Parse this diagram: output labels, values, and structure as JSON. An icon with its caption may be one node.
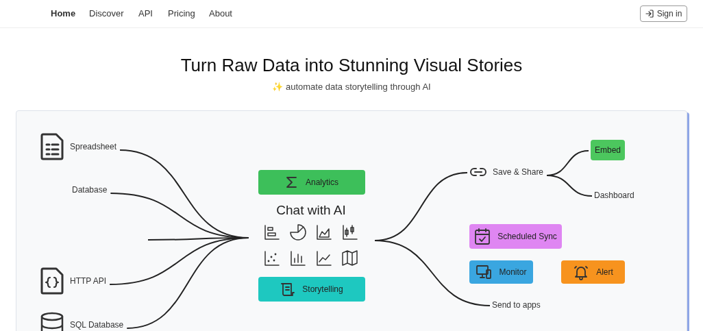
{
  "diagram": {
    "title": "Turn Raw Data into Stunning Visual Stories",
    "nodes": [
      {
        "text": [
          "Spreadsheet"
        ]
      },
      {
        "text": [
          "Database"
        ]
      },
      {
        "text": [
          "HTTP API"
        ]
      },
      {
        "text": [
          "SQL Database"
        ]
      },
      {
        "text": [
          "Analytics"
        ]
      },
      {
        "text": [
          "Chat with AI"
        ]
      },
      {
        "text": [
          "Storytelling"
        ]
      },
      {
        "text": [
          "Save & Share"
        ]
      },
      {
        "text": [
          "Embed"
        ]
      },
      {
        "text": [
          "Dashboard"
        ]
      },
      {
        "text": [
          "Scheduled Sync"
        ]
      },
      {
        "text": [
          "Monitor"
        ]
      },
      {
        "text": [
          "Alert"
        ]
      },
      {
        "text": [
          "Send to apps"
        ]
      }
    ],
    "edges": [
      {
        "from": 0,
        "to": 5,
        "arrow": "none"
      },
      {
        "from": 1,
        "to": 5,
        "arrow": "none"
      },
      {
        "from": null,
        "to": 5,
        "arrow": "none"
      },
      {
        "from": 2,
        "to": 5,
        "arrow": "none"
      },
      {
        "from": 3,
        "to": 5,
        "arrow": "none"
      },
      {
        "from": 5,
        "to": 7,
        "arrow": "none"
      },
      {
        "from": 5,
        "to": 13,
        "arrow": "none"
      },
      {
        "from": 7,
        "to": 8,
        "arrow": "none"
      },
      {
        "from": 7,
        "to": 9,
        "arrow": "none"
      }
    ],
    "labels": [
      "Home",
      "Discover",
      "API",
      "Pricing",
      "About",
      "Sign in",
      "✨ automate data storytelling through AI"
    ]
  }
}
